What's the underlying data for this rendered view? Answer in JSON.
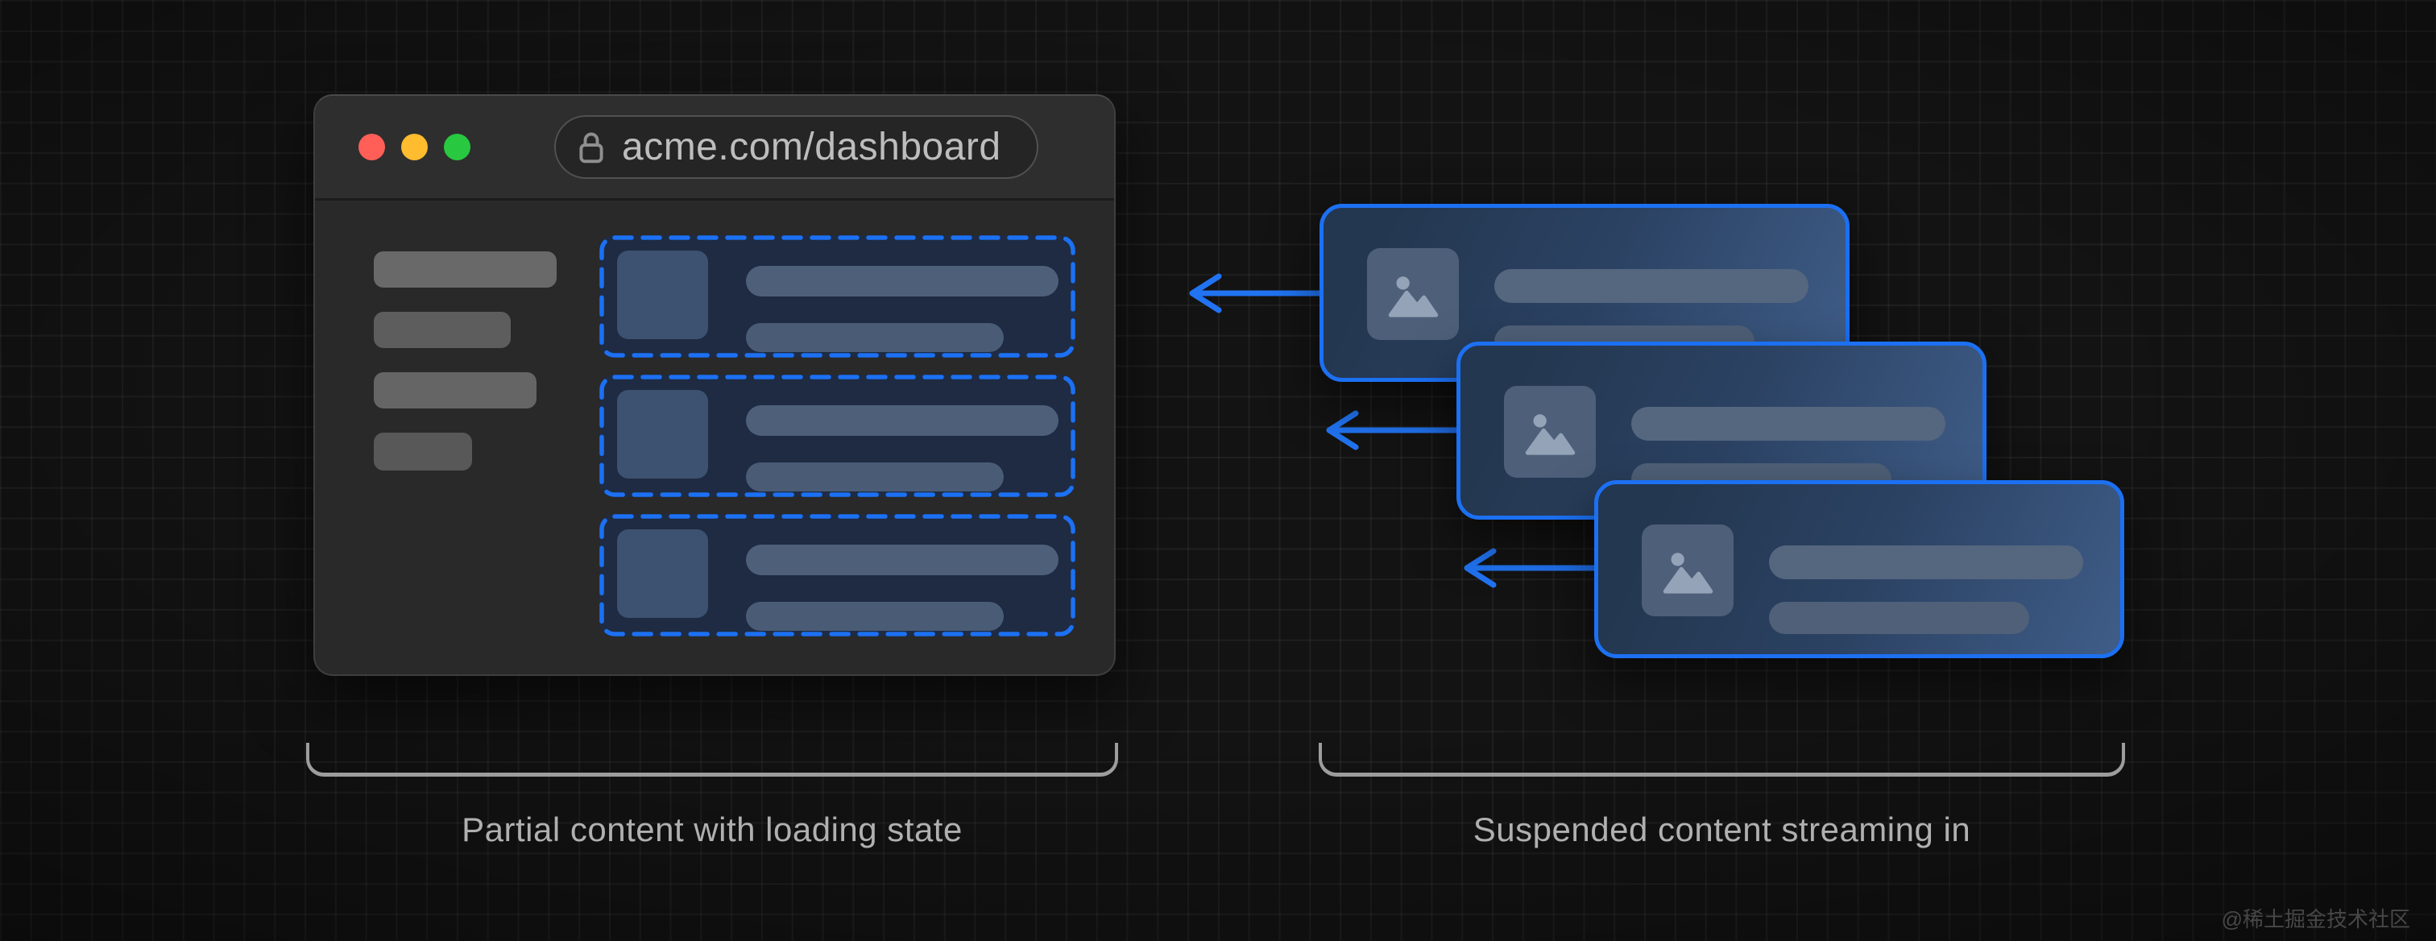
{
  "diagram": {
    "left_panel": {
      "browser": {
        "url": "acme.com/dashboard",
        "traffic_lights": [
          {
            "name": "close",
            "color": "#ff5f57"
          },
          {
            "name": "minimize",
            "color": "#febc2e"
          },
          {
            "name": "maximize",
            "color": "#28c840"
          }
        ],
        "lock_icon": "lock-icon",
        "sidebar_placeholder_count": 4,
        "skeleton_card_count": 3,
        "skeleton_style": "dashed-blue-outline"
      },
      "caption": "Partial content with loading state"
    },
    "right_panel": {
      "stream_card_count": 3,
      "card_icon": "image-placeholder-icon",
      "arrow_direction": "left",
      "caption": "Suspended content streaming in"
    },
    "colors": {
      "accent_blue": "#1c70f2",
      "skeleton_card_fill": "#1e2b42",
      "placeholder_slate": "#4e5f7a",
      "stream_card_gradient": [
        "#243750",
        "#2b4263",
        "#3f5d88"
      ],
      "bracket_gray": "#9d9d9d",
      "background": "#131313"
    },
    "watermark": "@稀土掘金技术社区"
  }
}
